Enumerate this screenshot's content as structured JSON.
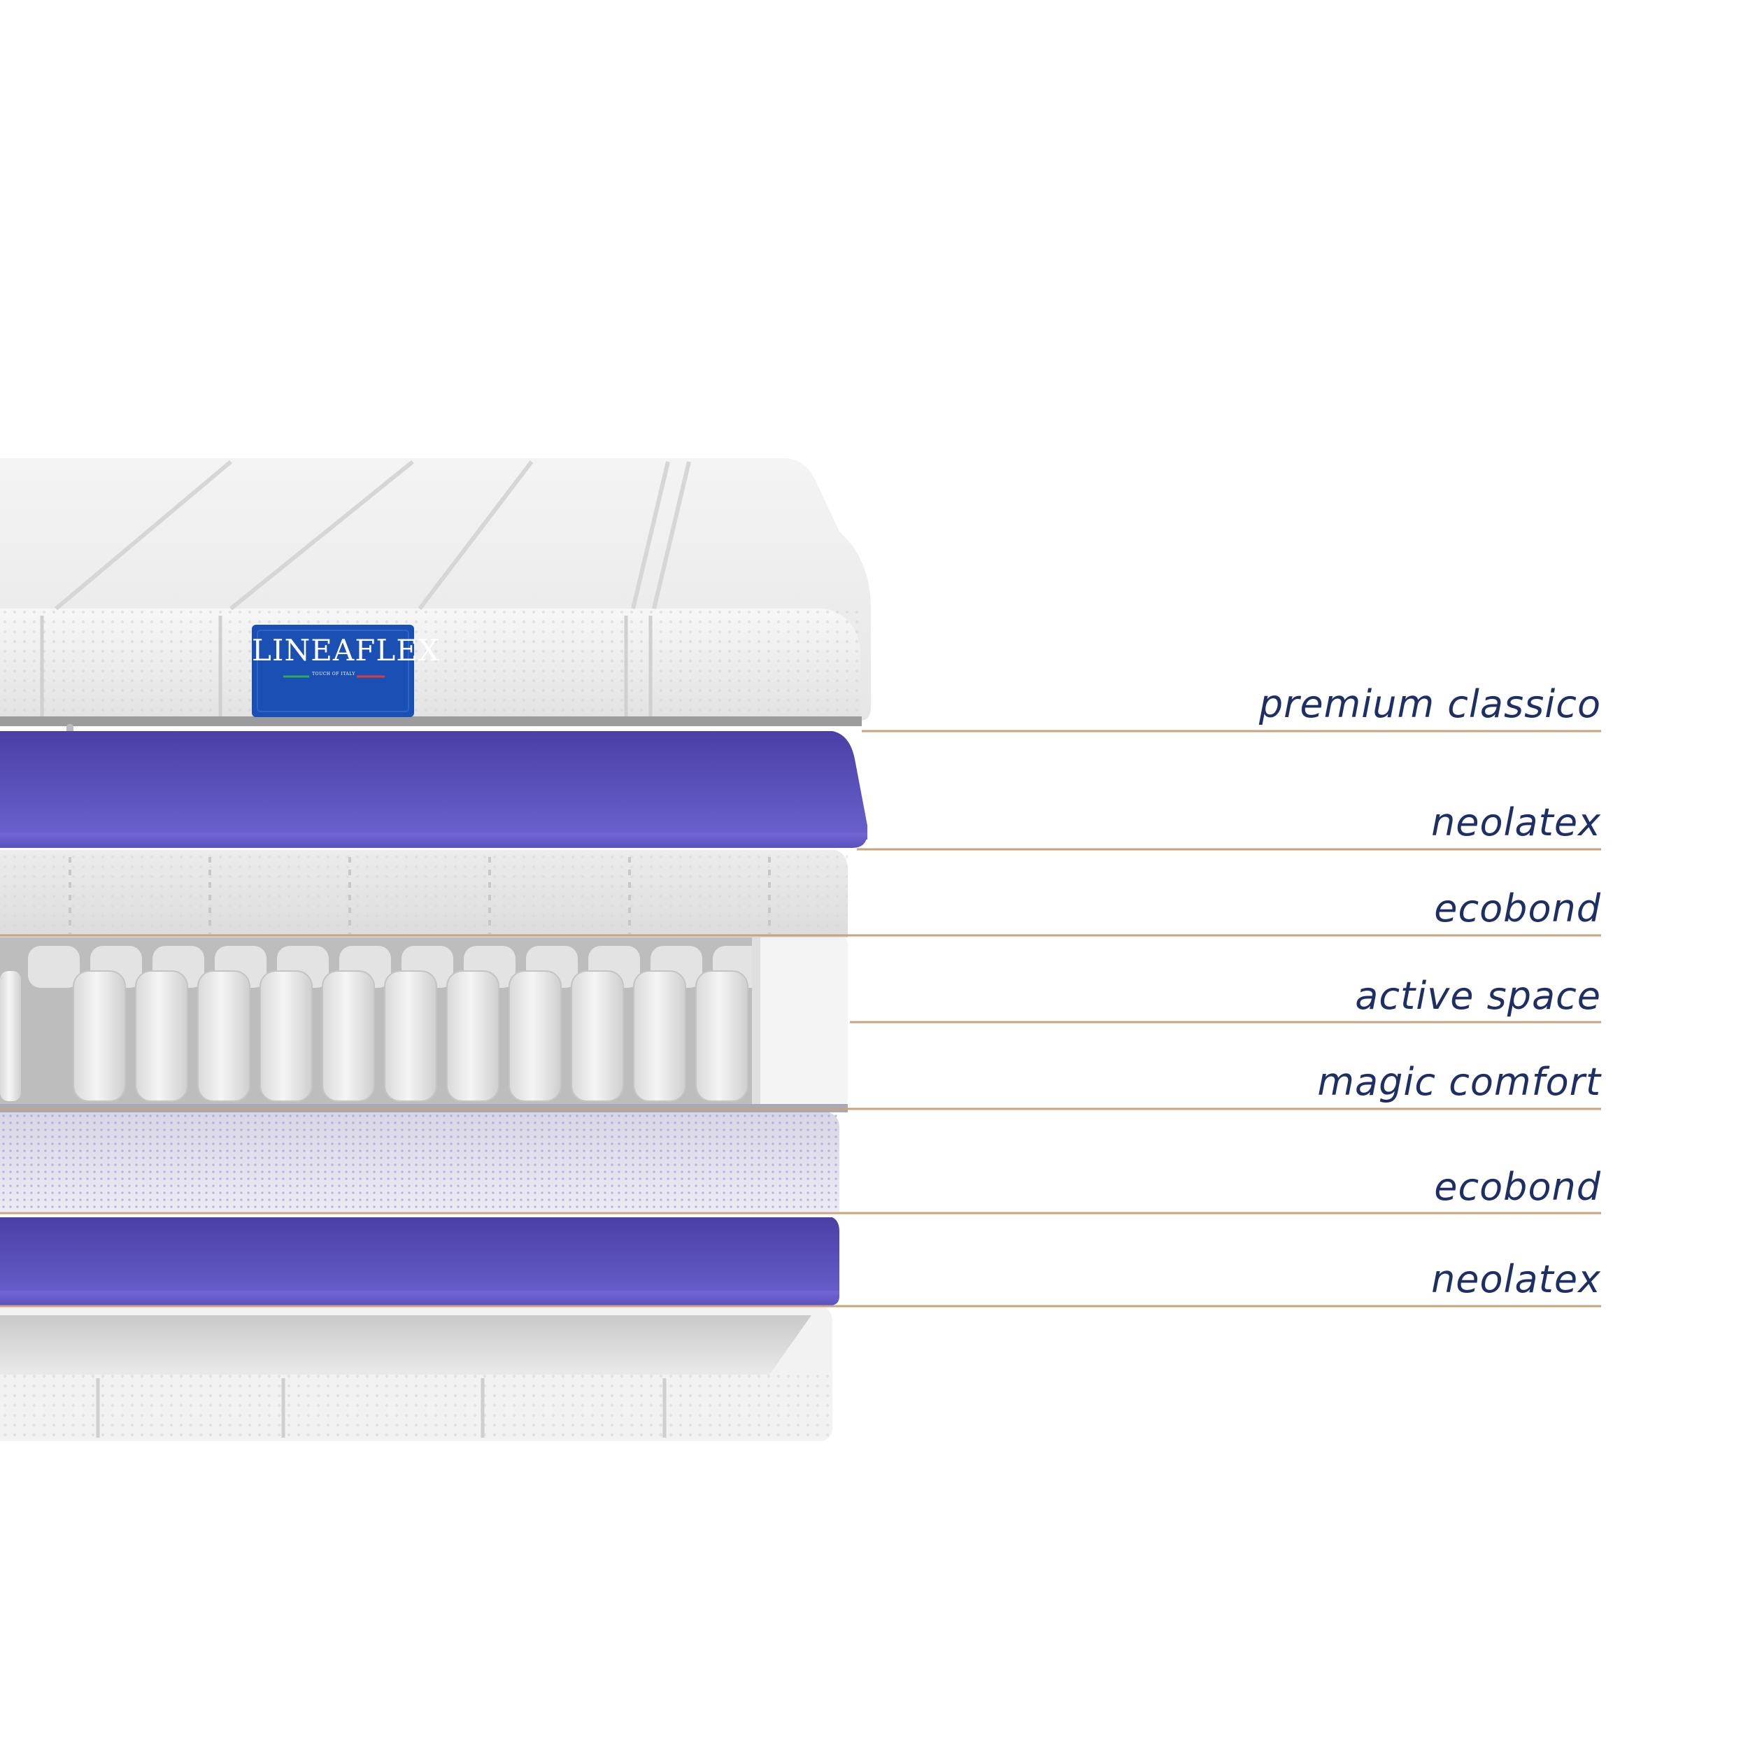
{
  "brand": {
    "name": "LINEAFLEX",
    "tagline": "TOUCH OF ITALY",
    "label_color": "#1a4fb4"
  },
  "layers": [
    {
      "label": "premium classico"
    },
    {
      "label": "neolatex"
    },
    {
      "label": "ecobond"
    },
    {
      "label": "active space"
    },
    {
      "label": "magic comfort"
    },
    {
      "label": "ecobond"
    },
    {
      "label": "neolatex"
    }
  ],
  "colors": {
    "label_text": "#1e2f66",
    "leader_line": "#c9a27e",
    "neolatex": "#6a5cc8",
    "fabric": "#eeeeee"
  }
}
